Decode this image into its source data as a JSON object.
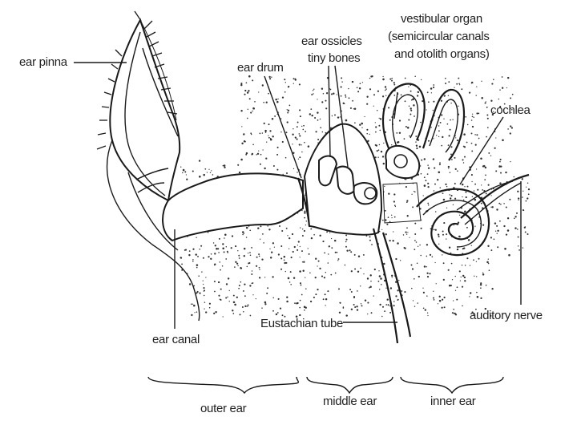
{
  "labels": {
    "ear_pinna": "ear pinna",
    "ear_drum": "ear drum",
    "ear_ossicles_1": "ear ossicles",
    "ear_ossicles_2": "tiny bones",
    "vestibular_1": "vestibular organ",
    "vestibular_2": "(semicircular canals",
    "vestibular_3": "and otolith organs)",
    "cochlea": "cochlea",
    "auditory_nerve": "auditory nerve",
    "eustachian_tube": "Eustachian tube",
    "ear_canal": "ear canal"
  },
  "sections": {
    "outer_ear": "outer ear",
    "middle_ear": "middle ear",
    "inner_ear": "inner ear"
  },
  "colors": {
    "ink": "#1a1a1a",
    "background": "#ffffff"
  }
}
